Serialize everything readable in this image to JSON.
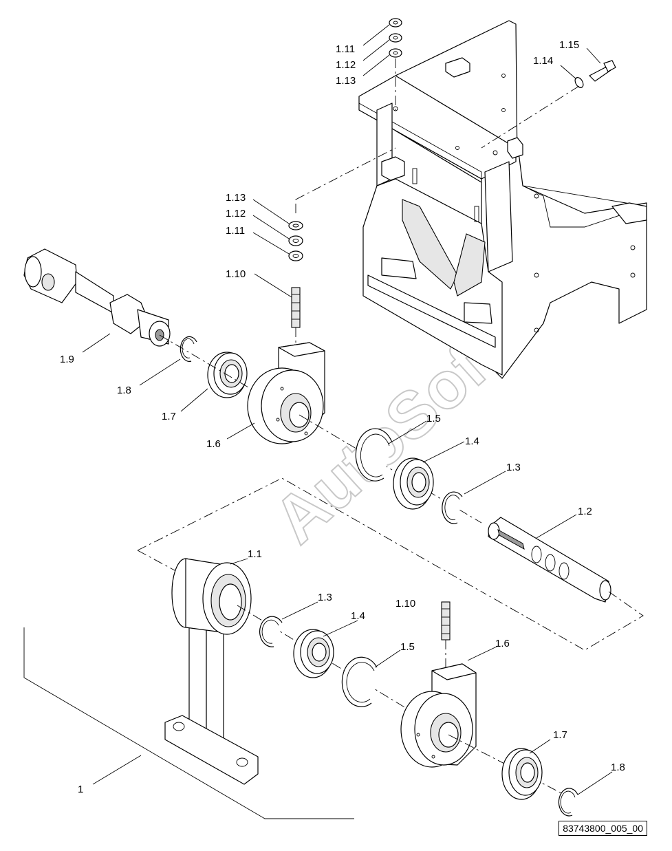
{
  "diagram": {
    "reference_code": "83743800_005_00",
    "watermark": "AutoSoft",
    "labels": {
      "l_1_11_top": "1.11",
      "l_1_12_top": "1.12",
      "l_1_13_top": "1.13",
      "l_1_15": "1.15",
      "l_1_14": "1.14",
      "l_1_13_mid": "1.13",
      "l_1_12_mid": "1.12",
      "l_1_11_mid": "1.11",
      "l_1_10_mid": "1.10",
      "l_1_9": "1.9",
      "l_1_8_left": "1.8",
      "l_1_7_left": "1.7",
      "l_1_6_left": "1.6",
      "l_1_5_upper": "1.5",
      "l_1_4_upper": "1.4",
      "l_1_3_upper": "1.3",
      "l_1_2": "1.2",
      "l_1_1": "1.1",
      "l_1_3_lower": "1.3",
      "l_1_4_lower": "1.4",
      "l_1_10_lower": "1.10",
      "l_1_6_lower": "1.6",
      "l_1_5_lower": "1.5",
      "l_1_7_lower": "1.7",
      "l_1_8_lower": "1.8",
      "l_1": "1"
    }
  }
}
